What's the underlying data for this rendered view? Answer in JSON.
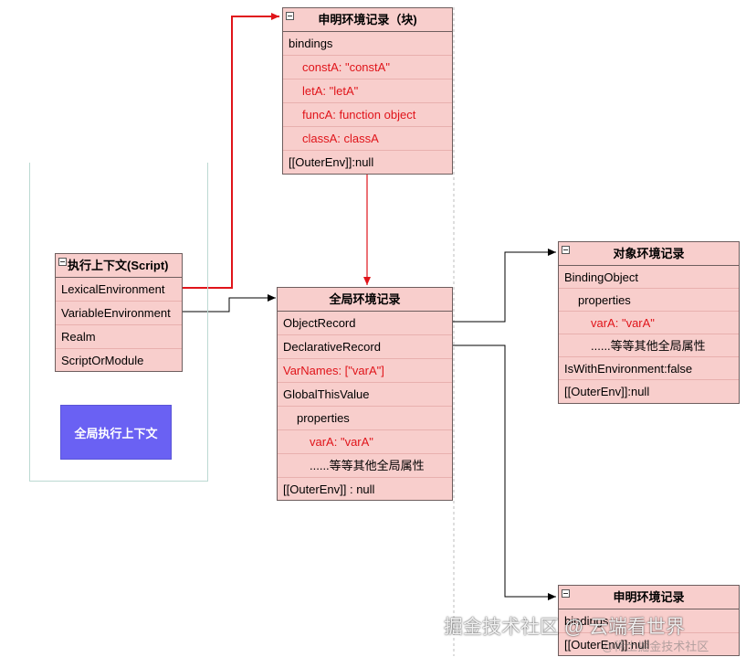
{
  "block_record": {
    "title": "申明环境记录（块)",
    "rows": [
      "bindings",
      "constA: \"constA\"",
      "letA: \"letA\"",
      "funcA: function object",
      "classA:  classA",
      "[[OuterEnv]]:null"
    ]
  },
  "execution_context": {
    "title": "执行上下文(Script)",
    "rows": [
      "LexicalEnvironment",
      "VariableEnvironment",
      "Realm",
      "ScriptOrModule"
    ]
  },
  "global_context_label": "全局执行上下文",
  "global_record": {
    "title": "全局环境记录",
    "rows": [
      "ObjectRecord",
      "DeclarativeRecord",
      "VarNames: [\"varA\"]",
      "GlobalThisValue",
      "properties",
      "varA:  \"varA\"",
      "......等等其他全局属性",
      "[[OuterEnv]] :    null"
    ]
  },
  "object_record": {
    "title": "对象环境记录",
    "rows": [
      "BindingObject",
      "properties",
      "varA:  \"varA\"",
      "......等等其他全局属性",
      "IsWithEnvironment:false",
      "[[OuterEnv]]:null"
    ]
  },
  "declarative_record": {
    "title": "申明环境记录",
    "rows": [
      "bindings",
      "[[OuterEnv]]:null"
    ]
  },
  "watermark": {
    "main": "掘金技术社区 @ 云端看世界",
    "sub": "@稀土掘金技术社区"
  },
  "colors": {
    "red_link": "#e0141a",
    "black_link": "#000000",
    "node_fill": "#f8cecc",
    "context_button": "#6a61f3"
  }
}
